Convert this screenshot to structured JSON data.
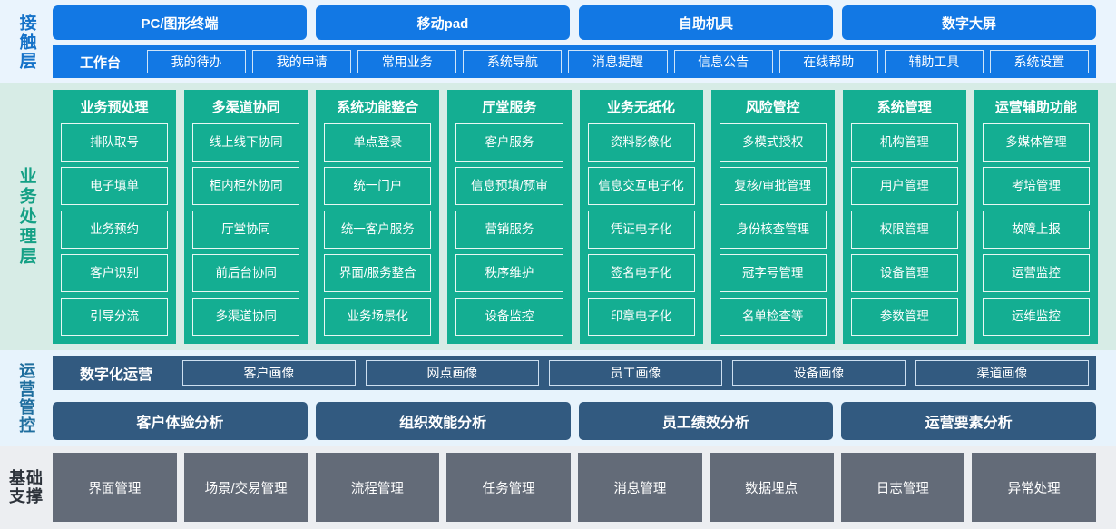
{
  "contact_layer": {
    "label": "接触层",
    "channels": [
      "PC/图形终端",
      "移动pad",
      "自助机具",
      "数字大屏"
    ],
    "workbench_title": "工作台",
    "workbench_items": [
      "我的待办",
      "我的申请",
      "常用业务",
      "系统导航",
      "消息提醒",
      "信息公告",
      "在线帮助",
      "辅助工具",
      "系统设置"
    ]
  },
  "business_layer": {
    "label": "业务处理层",
    "columns": [
      {
        "title": "业务预处理",
        "items": [
          "排队取号",
          "电子填单",
          "业务预约",
          "客户识别",
          "引导分流"
        ]
      },
      {
        "title": "多渠道协同",
        "items": [
          "线上线下协同",
          "柜内柜外协同",
          "厅堂协同",
          "前后台协同",
          "多渠道协同"
        ]
      },
      {
        "title": "系统功能整合",
        "items": [
          "单点登录",
          "统一门户",
          "统一客户服务",
          "界面/服务整合",
          "业务场景化"
        ]
      },
      {
        "title": "厅堂服务",
        "items": [
          "客户服务",
          "信息预填/预审",
          "营销服务",
          "秩序维护",
          "设备监控"
        ]
      },
      {
        "title": "业务无纸化",
        "items": [
          "资料影像化",
          "信息交互电子化",
          "凭证电子化",
          "签名电子化",
          "印章电子化"
        ]
      },
      {
        "title": "风险管控",
        "items": [
          "多模式授权",
          "复核/审批管理",
          "身份核查管理",
          "冠字号管理",
          "名单检查等"
        ]
      },
      {
        "title": "系统管理",
        "items": [
          "机构管理",
          "用户管理",
          "权限管理",
          "设备管理",
          "参数管理"
        ]
      },
      {
        "title": "运营辅助功能",
        "items": [
          "多媒体管理",
          "考培管理",
          "故障上报",
          "运营监控",
          "运维监控"
        ]
      }
    ]
  },
  "operations_layer": {
    "label": "运营管控",
    "digital_title": "数字化运营",
    "digital_items": [
      "客户画像",
      "网点画像",
      "员工画像",
      "设备画像",
      "渠道画像"
    ],
    "analysis_items": [
      "客户体验分析",
      "组织效能分析",
      "员工绩效分析",
      "运营要素分析"
    ]
  },
  "foundation_layer": {
    "label_line1": "基础",
    "label_line2": "支撑",
    "items": [
      "界面管理",
      "场景/交易管理",
      "流程管理",
      "任务管理",
      "消息管理",
      "数据埋点",
      "日志管理",
      "异常处理"
    ]
  },
  "colors": {
    "contact_bg": "#eaf4fd",
    "contact_accent": "#1278e4",
    "business_bg": "#d7ece6",
    "business_accent": "#14ae92",
    "operations_bg": "#e7f3fc",
    "operations_accent": "#325a80",
    "foundation_bg": "#eceef1",
    "foundation_accent": "#636b78"
  }
}
